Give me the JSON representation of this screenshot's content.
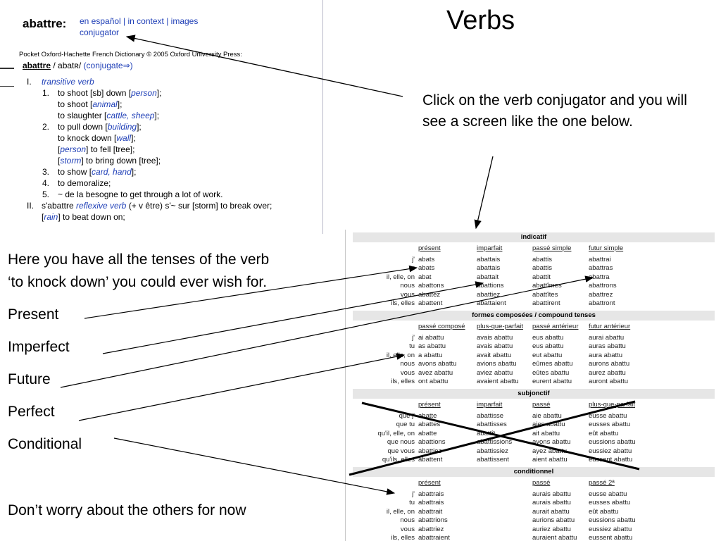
{
  "slide": {
    "title": "Verbs",
    "note": "Click on the verb conjugator and you will see a screen like the one below.",
    "left_notes": [
      "Here you have all the tenses of the verb",
      "‘to knock down’ you could ever wish for.",
      "Present",
      "Imperfect",
      "Future",
      "Perfect",
      "Conditional",
      "Don’t worry about the others for now"
    ]
  },
  "dictionary": {
    "headword": "abattre:",
    "links_line1": "en español | in context | images",
    "links_line2": "conjugator",
    "source": "Pocket Oxford-Hachette French Dictionary © 2005 Oxford University Press:",
    "entry_word": "abattre",
    "entry_pron": " / abatʀ/ ",
    "entry_link": "(conjugate⇒)",
    "senses": [
      {
        "num": "I.",
        "text": "",
        "ital": "transitive verb",
        "indent": 0
      },
      {
        "num": "1.",
        "text": "to shoot [sb] down [",
        "ital": "person",
        "end": "];",
        "indent": 1
      },
      {
        "num": "",
        "text": "to shoot [",
        "ital": "animal",
        "end": "];",
        "indent": 1
      },
      {
        "num": "",
        "text": "to slaughter [",
        "ital": "cattle, sheep",
        "end": "];",
        "indent": 1
      },
      {
        "num": "2.",
        "text": "to pull down [",
        "ital": "building",
        "end": "];",
        "indent": 1
      },
      {
        "num": "",
        "text": "to knock down [",
        "ital": "wall",
        "end": "];",
        "indent": 1
      },
      {
        "num": "",
        "text": "[",
        "ital": "person",
        "end": "] to fell [tree];",
        "indent": 1
      },
      {
        "num": "",
        "text": "[",
        "ital": "storm",
        "end": "] to bring down [tree];",
        "indent": 1
      },
      {
        "num": "3.",
        "text": "to show [",
        "ital": "card, hand",
        "end": "];",
        "indent": 1
      },
      {
        "num": "4.",
        "text": "to demoralize;",
        "ital": "",
        "end": "",
        "indent": 1
      },
      {
        "num": "5.",
        "text": "~ de la besogne to get through a lot of work.",
        "ital": "",
        "end": "",
        "indent": 1
      },
      {
        "num": "II.",
        "text": "s'abattre ",
        "ital": "reflexive verb",
        "end": " (+ v être) s'~ sur [storm] to break over;",
        "indent": 0
      },
      {
        "num": "",
        "text": "[",
        "ital": "rain",
        "end": "] to beat down on;",
        "indent": 0
      }
    ]
  },
  "conjugation": {
    "sections": [
      {
        "title": "indicatif",
        "headers": [
          "présent",
          "imparfait",
          "passé simple",
          "futur simple"
        ],
        "pronouns": [
          "j'",
          "tu",
          "il, elle, on",
          "nous",
          "vous",
          "ils, elles"
        ],
        "cols": [
          [
            "abats",
            "abats",
            "abat",
            "abattons",
            "abattez",
            "abattent"
          ],
          [
            "abattais",
            "abattais",
            "abattait",
            "abattions",
            "abattiez",
            "abattaient"
          ],
          [
            "abattis",
            "abattis",
            "abattit",
            "abattîmes",
            "abattîtes",
            "abattirent"
          ],
          [
            "abattrai",
            "abattras",
            "abattra",
            "abattrons",
            "abattrez",
            "abattront"
          ]
        ]
      },
      {
        "title": "formes composées / compound tenses",
        "headers": [
          "passé composé",
          "plus-que-parfait",
          "passé antérieur",
          "futur antérieur"
        ],
        "pronouns": [
          "j'",
          "tu",
          "il, elle, on",
          "nous",
          "vous",
          "ils, elles"
        ],
        "cols": [
          [
            "ai abattu",
            "as abattu",
            "a abattu",
            "avons abattu",
            "avez abattu",
            "ont abattu"
          ],
          [
            "avais abattu",
            "avais abattu",
            "avait abattu",
            "avions abattu",
            "aviez abattu",
            "avaient abattu"
          ],
          [
            "eus abattu",
            "eus abattu",
            "eut abattu",
            "eûmes abattu",
            "eûtes abattu",
            "eurent abattu"
          ],
          [
            "aurai abattu",
            "auras abattu",
            "aura abattu",
            "aurons abattu",
            "aurez abattu",
            "auront abattu"
          ]
        ]
      },
      {
        "title": "subjonctif",
        "headers": [
          "présent",
          "imparfait",
          "passé",
          "plus-que-parfait"
        ],
        "pronouns": [
          "que j'",
          "que tu",
          "qu'il, elle, on",
          "que nous",
          "que vous",
          "qu'ils, elles"
        ],
        "cols": [
          [
            "abatte",
            "abattes",
            "abatte",
            "abattions",
            "abattiez",
            "abattent"
          ],
          [
            "abattisse",
            "abattisses",
            "abattît",
            "abattissions",
            "abattissiez",
            "abattissent"
          ],
          [
            "aie abattu",
            "aies abattu",
            "ait abattu",
            "ayons abattu",
            "ayez abattu",
            "aient abattu"
          ],
          [
            "eusse abattu",
            "eusses abattu",
            "eût abattu",
            "eussions abattu",
            "eussiez abattu",
            "eussent abattu"
          ]
        ]
      },
      {
        "title": "conditionnel",
        "headers": [
          "présent",
          "",
          "passé",
          "passé 2ª"
        ],
        "pronouns": [
          "j'",
          "tu",
          "il, elle, on",
          "nous",
          "vous",
          "ils, elles"
        ],
        "cols": [
          [
            "abattrais",
            "abattrais",
            "abattrait",
            "abattrions",
            "abattriez",
            "abattraient"
          ],
          [
            "",
            "",
            "",
            "",
            "",
            ""
          ],
          [
            "aurais abattu",
            "aurais abattu",
            "aurait abattu",
            "aurions abattu",
            "auriez abattu",
            "auraient abattu"
          ],
          [
            "eusse abattu",
            "eusses abattu",
            "eût abattu",
            "eussions abattu",
            "eussiez abattu",
            "eussent abattu"
          ]
        ]
      }
    ]
  }
}
